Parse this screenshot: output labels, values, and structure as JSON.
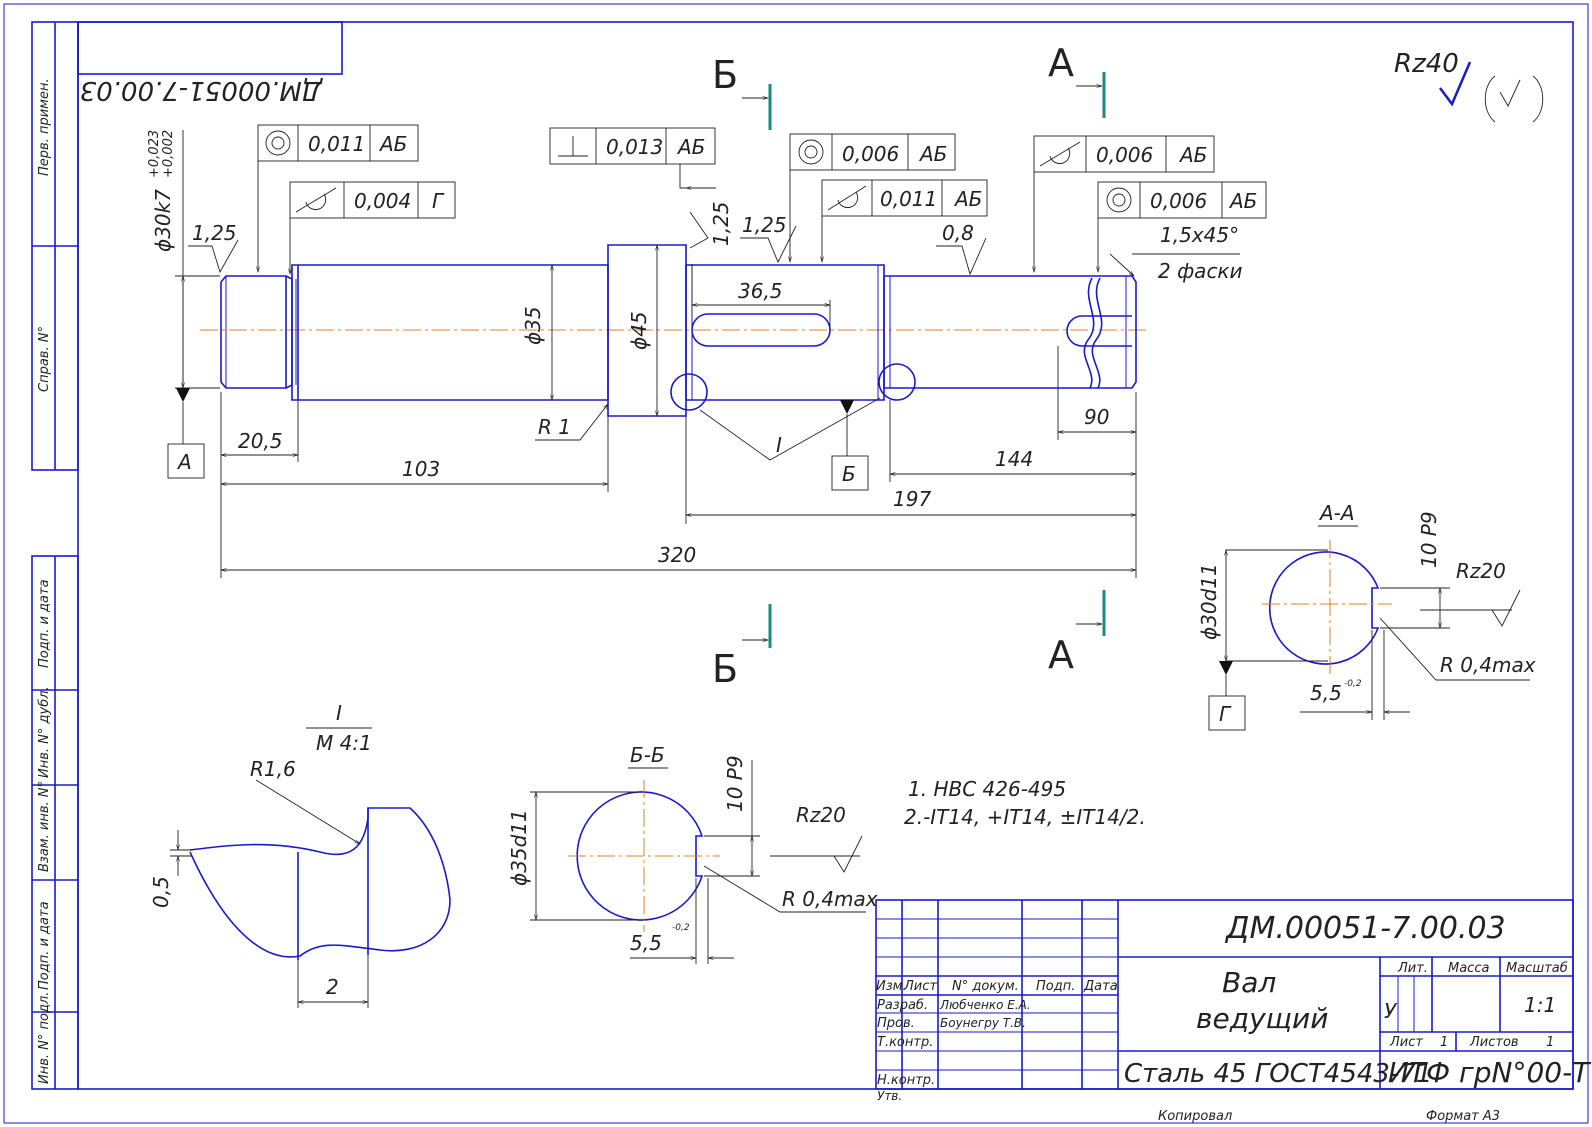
{
  "drawing": {
    "designation": "ДМ.00051-7.00.03",
    "designation_mirrored": "ДМ.00051-7.00.03",
    "part_name_line1": "Вал",
    "part_name_line2": "ведущий",
    "material": "Сталь 45 ГОСТ4543-71",
    "organization": "ИТФ грN°00-Т",
    "copied": "Копировал",
    "format": "Формат А3",
    "roughness_general": "Rz40"
  },
  "side_labels": [
    "Перв. примен.",
    "Справ. N°",
    "Подп. и дата",
    "Инв. N° дубл.",
    "Взам. инв. N°",
    "Подп. и дата",
    "Инв. N° подл."
  ],
  "title_block": {
    "headers": [
      "Изм.",
      "Лист",
      "N° докум.",
      "Подп.",
      "Дата"
    ],
    "roles": [
      "Разраб.",
      "Пров.",
      "Т.контр.",
      "Н.контр.",
      "Утв."
    ],
    "names": [
      "Любченко Е.А.",
      "Боунегру Т.В."
    ],
    "lit_label": "Лит.",
    "mass_label": "Масса",
    "scale_label": "Масштаб",
    "lit_value": "У",
    "scale_value": "1:1",
    "sheet_label": "Лист",
    "sheet_value": "1",
    "sheets_label": "Листов",
    "sheets_value": "1"
  },
  "tolerance_frames": [
    {
      "symbol": "◎",
      "value": "0,011",
      "base": "АБ"
    },
    {
      "symbol": "⌭",
      "value": "0,004",
      "base": "Г"
    },
    {
      "symbol": "⊥",
      "value": "0,013",
      "base": "АБ"
    },
    {
      "symbol": "◎",
      "value": "0,006",
      "base": "АБ"
    },
    {
      "symbol": "⌭",
      "value": "0,011",
      "base": "АБ"
    },
    {
      "symbol": "⌭",
      "value": "0,006",
      "base": "АБ"
    },
    {
      "symbol": "◎",
      "value": "0,006",
      "base": "АБ"
    }
  ],
  "dimensions": {
    "d30k7": "ϕ30k7",
    "d30k7_tol_upper": "+0,023",
    "d30k7_tol_lower": "+0,002",
    "d35": "ϕ35",
    "d45": "ϕ45",
    "len_20_5": "20,5",
    "len_103": "103",
    "len_320": "320",
    "len_197": "197",
    "len_144": "144",
    "len_90": "90",
    "len_36_5": "36,5",
    "r1": "R 1",
    "ra_125_a": "1,25",
    "ra_125_b": "1,25",
    "ra_125_c": "1,25",
    "ra_08": "0,8",
    "chamfer": "1,5x45°",
    "chamfer_note": "2 фаски"
  },
  "datums": {
    "a": "А",
    "b": "Б",
    "g": "Г"
  },
  "section_cut_labels": {
    "b": "Б",
    "a": "А"
  },
  "detail": {
    "callout": "I",
    "scale_num": "I",
    "scale_den": "М 4:1",
    "r16": "R1,6",
    "d05": "0,5",
    "d2": "2"
  },
  "section_aa": {
    "title": "А-А",
    "dia": "ϕ30d11",
    "key": "10 Р9",
    "rz": "Rz20",
    "depth": "5,5",
    "depth_tol": "-0,2",
    "radius": "R 0,4max"
  },
  "section_bb": {
    "title": "Б-Б",
    "dia": "ϕ35d11",
    "key": "10 Р9",
    "rz": "Rz20",
    "depth": "5,5",
    "depth_tol": "-0,2",
    "radius": "R 0,4max"
  },
  "notes": [
    "1. HBC 426-495",
    "2.-IT14, +IT14, ±IT14/2."
  ]
}
